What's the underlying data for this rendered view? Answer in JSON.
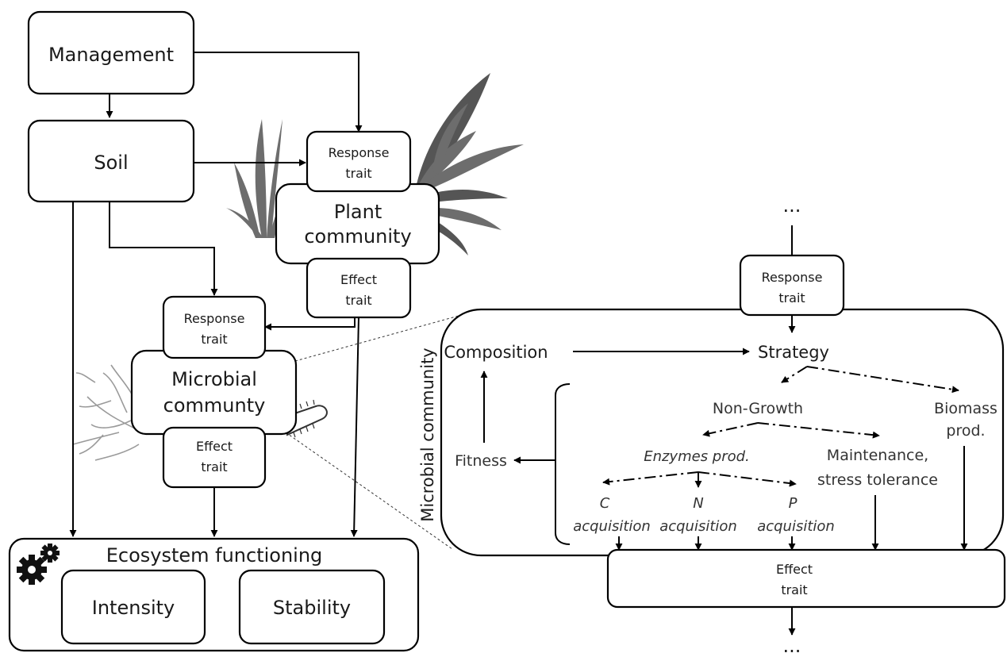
{
  "nodes": {
    "management": "Management",
    "soil": "Soil",
    "plant_response": [
      "Response",
      "trait"
    ],
    "plant_community": [
      "Plant",
      "community"
    ],
    "plant_effect": [
      "Effect",
      "trait"
    ],
    "microbe_response": [
      "Response",
      "trait"
    ],
    "microbial_community": [
      "Microbial",
      "communty"
    ],
    "microbe_effect": [
      "Effect",
      "trait"
    ],
    "ecosystem_functioning": "Ecosystem functioning",
    "intensity": "Intensity",
    "stability": "Stability"
  },
  "zoom": {
    "side_label": "Microbial community",
    "top_dots": "...",
    "bottom_dots": "...",
    "response": [
      "Response",
      "trait"
    ],
    "composition": "Composition",
    "strategy": "Strategy",
    "non_growth": "Non-Growth",
    "biomass": [
      "Biomass",
      "prod."
    ],
    "enzymes": "Enzymes prod.",
    "maintenance": [
      "Maintenance,",
      "stress tolerance"
    ],
    "fitness": "Fitness",
    "c_acq": [
      "C",
      "acquisition"
    ],
    "n_acq": [
      "N",
      "acquisition"
    ],
    "p_acq": [
      "P",
      "acquisition"
    ],
    "effect": [
      "Effect",
      "trait"
    ]
  },
  "icons": {
    "gears": "gear-icon",
    "plants": "plant-icon",
    "microbe": "microbe-icon"
  }
}
